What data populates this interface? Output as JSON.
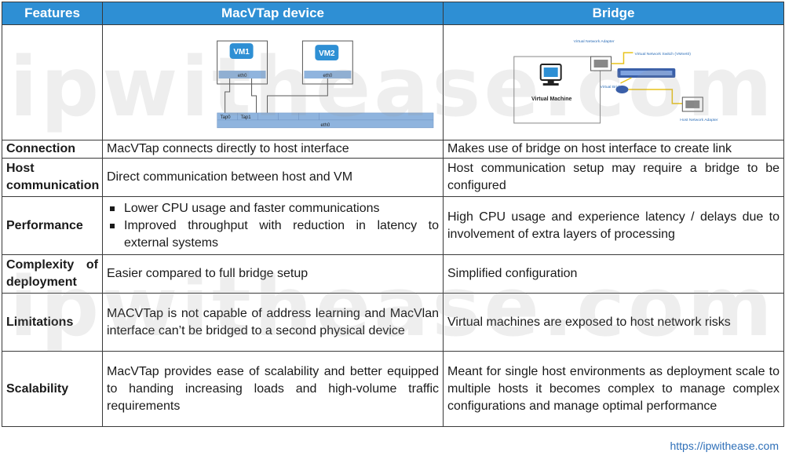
{
  "table": {
    "headers": [
      "Features",
      "MacVTap device",
      "Bridge"
    ],
    "macvtap_diagram": {
      "vm1": "VM1",
      "vm2": "VM2",
      "eth_a": "eth0",
      "eth_b": "eth0",
      "tap0": "Tap0",
      "tap1": "Tap1",
      "host_eth": "eth0"
    },
    "bridge_diagram": {
      "virtual_network_adapter": "Virtual Network Adapter",
      "virtual_network_switch": "Virtual Network Switch (VMnet0)",
      "virtual_bridge": "Virtual Bridge",
      "virtual_machine": "Virtual Machine",
      "host_network_adapter": "Host Network Adapter"
    },
    "rows": [
      {
        "feature": "Connection",
        "macvtap": "MacVTap connects directly to host interface",
        "bridge": "Makes use of bridge on host interface to create link"
      },
      {
        "feature": "Host communication",
        "macvtap": "Direct communication between host and VM",
        "bridge": "Host communication setup may require a bridge to be configured"
      },
      {
        "feature": "Performance",
        "macvtap_points": [
          "Lower CPU usage and faster communications",
          "Improved throughput with reduction in latency to external systems"
        ],
        "bridge": "High CPU usage and experience latency / delays due to involvement of extra layers of processing"
      },
      {
        "feature": "Complexity of deployment",
        "macvtap": "Easier compared to full bridge setup",
        "bridge": "Simplified configuration"
      },
      {
        "feature": "Limitations",
        "macvtap": "MACVTap is not capable of address learning and MacVlan interface can’t be bridged to a second physical device",
        "bridge": "Virtual machines are exposed to host network risks"
      },
      {
        "feature": "Scalability",
        "macvtap": "MacVTap provides ease of scalability and better equipped to handing increasing loads and high-volume traffic requirements",
        "bridge": "Meant for single host environments as deployment scale to multiple hosts it becomes complex to manage complex configurations and manage optimal performance"
      }
    ]
  },
  "watermark": "ipwithease.com",
  "footer_url": "https://ipwithease.com",
  "colors": {
    "header_bg": "#2e8fd4",
    "vm_box": "#2e8fd4",
    "nic_bar": "#8fb4de",
    "switch_blue": "#3a5fa8",
    "link_yellow": "#e8c21a"
  }
}
